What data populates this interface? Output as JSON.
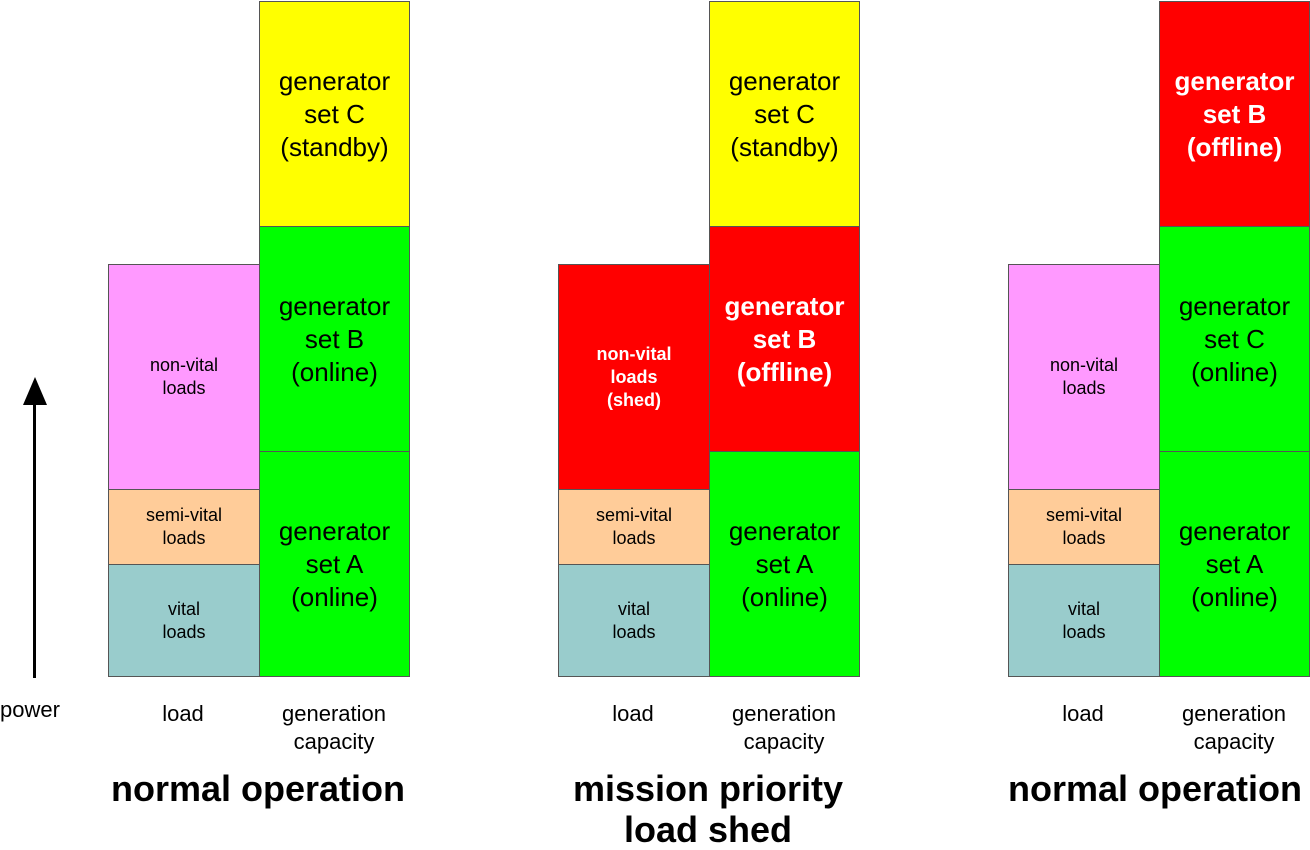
{
  "colors": {
    "vital": "#99CCCC",
    "semi_vital": "#FFCC99",
    "non_vital": "#FF99FF",
    "online": "#00FF00",
    "standby": "#FFFF00",
    "offline": "#FF0000"
  },
  "axis": {
    "label": "power"
  },
  "panels": [
    {
      "load_label": "load",
      "capacity_label": "generation\ncapacity",
      "title": "normal operation",
      "loads": {
        "vital": "vital\nloads",
        "semi_vital": "semi-vital\nloads",
        "non_vital": "non-vital\nloads"
      },
      "generators": {
        "bottom": "generator\nset A\n(online)",
        "middle": "generator\nset B\n(online)",
        "top": "generator\nset C\n(standby)"
      }
    },
    {
      "load_label": "load",
      "capacity_label": "generation\ncapacity",
      "title": "mission priority\nload shed",
      "loads": {
        "vital": "vital\nloads",
        "semi_vital": "semi-vital\nloads",
        "non_vital": "non-vital\nloads\n(shed)"
      },
      "generators": {
        "bottom": "generator\nset A\n(online)",
        "middle": "generator\nset B\n(offline)",
        "top": "generator\nset C\n(standby)"
      }
    },
    {
      "load_label": "load",
      "capacity_label": "generation\ncapacity",
      "title": "normal operation",
      "loads": {
        "vital": "vital\nloads",
        "semi_vital": "semi-vital\nloads",
        "non_vital": "non-vital\nloads"
      },
      "generators": {
        "bottom": "generator\nset A\n(online)",
        "middle": "generator\nset C\n(online)",
        "top": "generator\nset B\n(offline)"
      }
    }
  ]
}
